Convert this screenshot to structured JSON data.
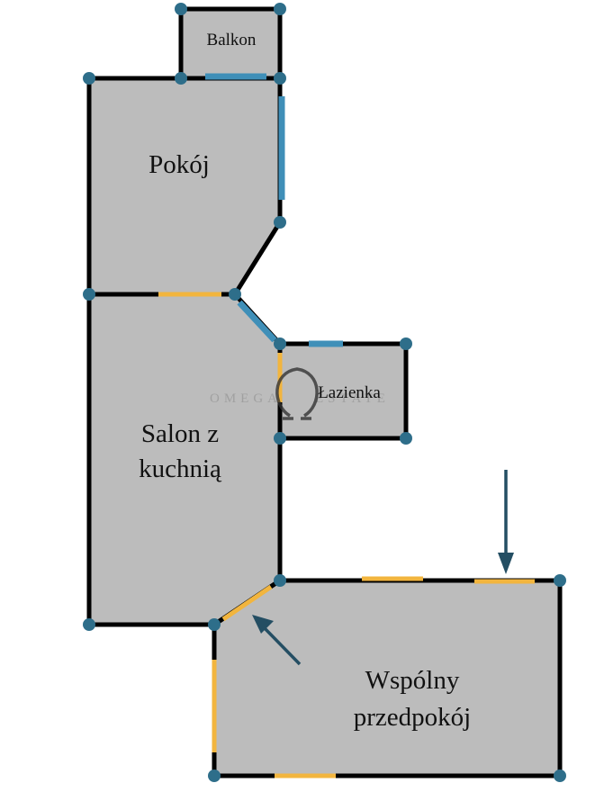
{
  "rooms": {
    "balkon": "Balkon",
    "pokoj": "Pokój",
    "salon_line1": "Salon z",
    "salon_line2": "kuchnią",
    "lazienka": "Łazienka",
    "przedpokoj_line1": "Wspólny",
    "przedpokoj_line2": "przedpokój"
  },
  "watermark": {
    "left": "OMEGA",
    "right": "ESTATE"
  },
  "colors": {
    "room_fill": "#bcbcbc",
    "wall": "#000000",
    "window": "#3f8fb8",
    "door": "#f2b53e",
    "node": "#2e6e8a",
    "arrow": "#244e63"
  }
}
